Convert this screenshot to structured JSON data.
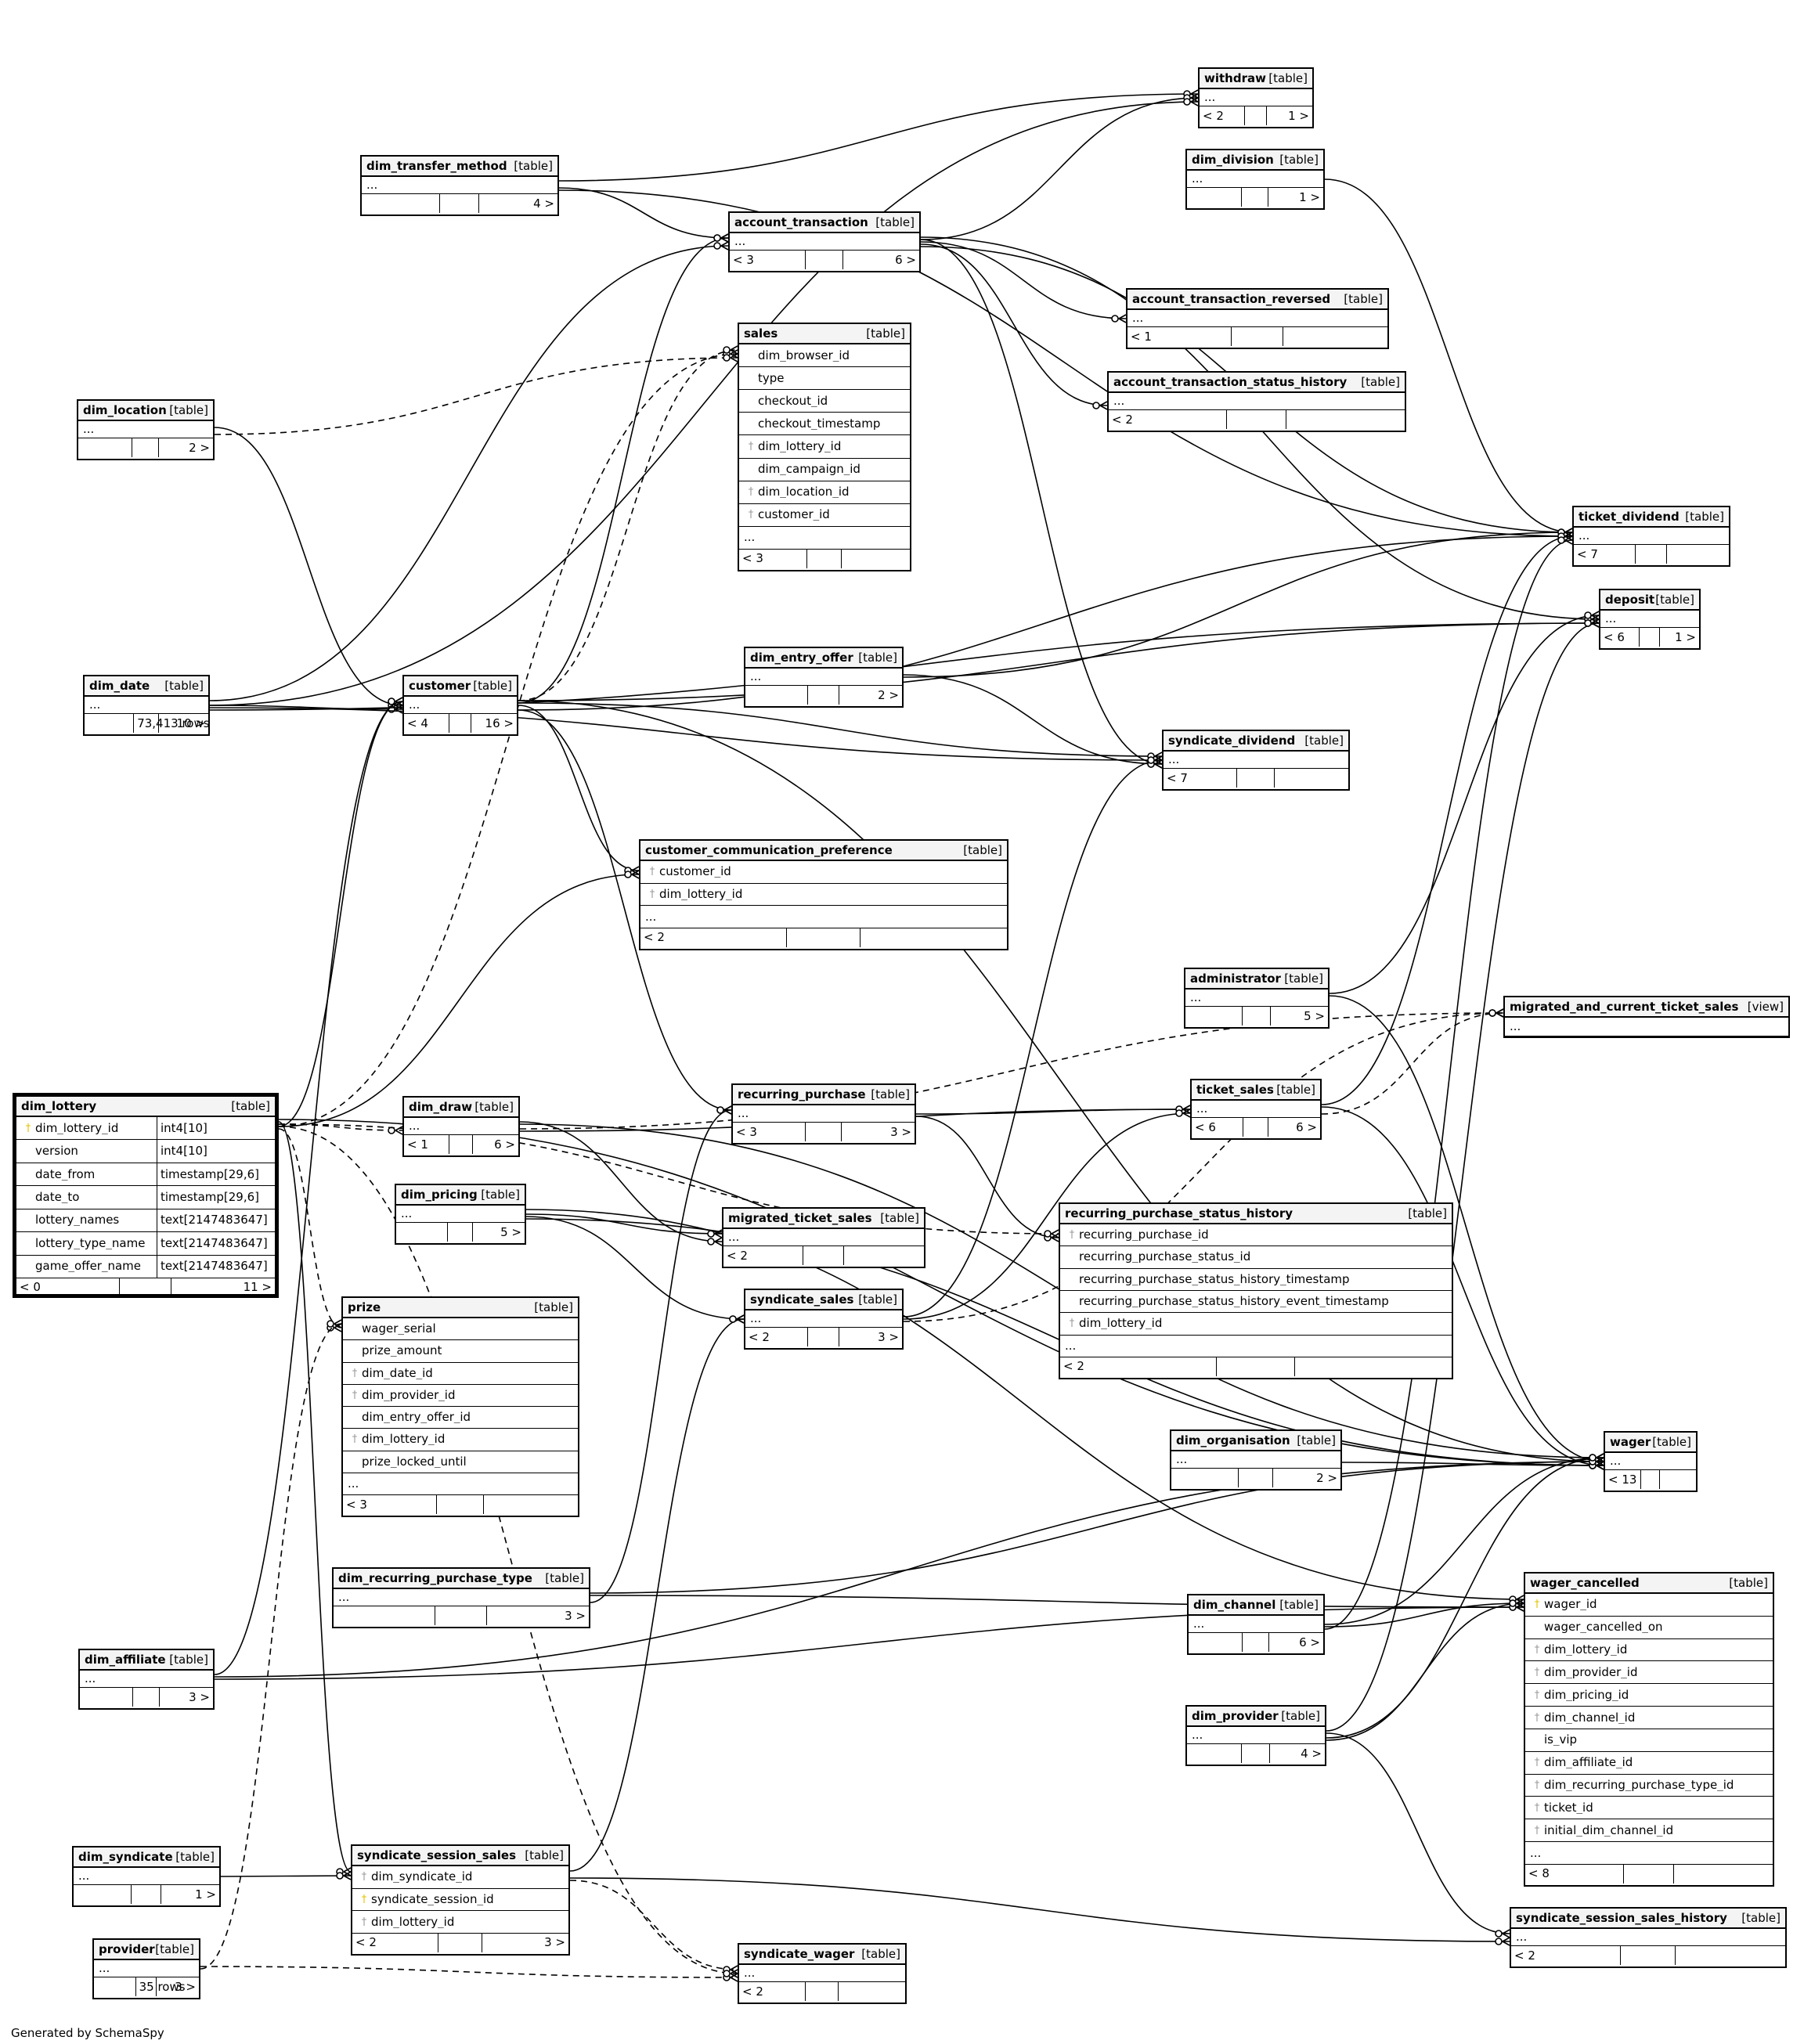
{
  "footer": "Generated by SchemaSpy",
  "type_label": "[table]",
  "view_label": "[view]",
  "tables": {
    "withdraw": {
      "name": "withdraw",
      "type": "[table]",
      "cols": [
        "..."
      ],
      "foot": [
        "< 2",
        "",
        "1 >"
      ]
    },
    "dim_transfer_method": {
      "name": "dim_transfer_method",
      "type": "[table]",
      "cols": [
        "..."
      ],
      "foot": [
        "",
        "",
        "4 >"
      ]
    },
    "dim_division": {
      "name": "dim_division",
      "type": "[table]",
      "cols": [
        "..."
      ],
      "foot": [
        "",
        "",
        "1 >"
      ]
    },
    "account_transaction": {
      "name": "account_transaction",
      "type": "[table]",
      "cols": [
        "..."
      ],
      "foot": [
        "< 3",
        "",
        "6 >"
      ]
    },
    "account_transaction_reversed": {
      "name": "account_transaction_reversed",
      "type": "[table]",
      "cols": [
        "..."
      ],
      "foot": [
        "< 1",
        "",
        ""
      ]
    },
    "sales": {
      "name": "sales",
      "type": "[table]",
      "cols": [
        "dim_browser_id",
        "type",
        "checkout_id",
        "checkout_timestamp",
        "dim_lottery_id",
        "dim_campaign_id",
        "dim_location_id",
        "customer_id",
        "..."
      ],
      "foot": [
        "< 3",
        "",
        ""
      ]
    },
    "account_transaction_status_history": {
      "name": "account_transaction_status_history",
      "type": "[table]",
      "cols": [
        "..."
      ],
      "foot": [
        "< 2",
        "",
        ""
      ]
    },
    "dim_location": {
      "name": "dim_location",
      "type": "[table]",
      "cols": [
        "..."
      ],
      "foot": [
        "",
        "",
        "2 >"
      ]
    },
    "ticket_dividend": {
      "name": "ticket_dividend",
      "type": "[table]",
      "cols": [
        "..."
      ],
      "foot": [
        "< 7",
        "",
        ""
      ]
    },
    "deposit": {
      "name": "deposit",
      "type": "[table]",
      "cols": [
        "..."
      ],
      "foot": [
        "< 6",
        "",
        "1 >"
      ]
    },
    "dim_entry_offer": {
      "name": "dim_entry_offer",
      "type": "[table]",
      "cols": [
        "..."
      ],
      "foot": [
        "",
        "",
        "2 >"
      ]
    },
    "dim_date": {
      "name": "dim_date",
      "type": "[table]",
      "cols": [
        "..."
      ],
      "foot": [
        "",
        "73,413 rows",
        "10 >"
      ]
    },
    "customer": {
      "name": "customer",
      "type": "[table]",
      "cols": [
        "..."
      ],
      "foot": [
        "< 4",
        "",
        "16 >"
      ]
    },
    "syndicate_dividend": {
      "name": "syndicate_dividend",
      "type": "[table]",
      "cols": [
        "..."
      ],
      "foot": [
        "< 7",
        "",
        ""
      ]
    },
    "customer_communication_preference": {
      "name": "customer_communication_preference",
      "type": "[table]",
      "cols": [
        "customer_id",
        "dim_lottery_id",
        "..."
      ],
      "foot": [
        "< 2",
        "",
        ""
      ]
    },
    "administrator": {
      "name": "administrator",
      "type": "[table]",
      "cols": [
        "..."
      ],
      "foot": [
        "",
        "",
        "5 >"
      ]
    },
    "migrated_and_current_ticket_sales": {
      "name": "migrated_and_current_ticket_sales",
      "type": "[view]",
      "cols": [
        "..."
      ],
      "foot": []
    },
    "dim_lottery": {
      "name": "dim_lottery",
      "type": "[table]",
      "cols": [
        "dim_lottery_id",
        "version",
        "date_from",
        "date_to",
        "lottery_names",
        "lottery_type_name",
        "game_offer_name"
      ],
      "types": [
        "int4[10]",
        "int4[10]",
        "timestamp[29,6]",
        "timestamp[29,6]",
        "text[2147483647]",
        "text[2147483647]",
        "text[2147483647]"
      ],
      "foot": [
        "< 0",
        "",
        "11 >"
      ]
    },
    "dim_draw": {
      "name": "dim_draw",
      "type": "[table]",
      "cols": [
        "..."
      ],
      "foot": [
        "< 1",
        "",
        "6 >"
      ]
    },
    "recurring_purchase": {
      "name": "recurring_purchase",
      "type": "[table]",
      "cols": [
        "..."
      ],
      "foot": [
        "< 3",
        "",
        "3 >"
      ]
    },
    "ticket_sales": {
      "name": "ticket_sales",
      "type": "[table]",
      "cols": [
        "..."
      ],
      "foot": [
        "< 6",
        "",
        "6 >"
      ]
    },
    "dim_pricing": {
      "name": "dim_pricing",
      "type": "[table]",
      "cols": [
        "..."
      ],
      "foot": [
        "",
        "",
        "5 >"
      ]
    },
    "migrated_ticket_sales": {
      "name": "migrated_ticket_sales",
      "type": "[table]",
      "cols": [
        "..."
      ],
      "foot": [
        "< 2",
        "",
        ""
      ]
    },
    "recurring_purchase_status_history": {
      "name": "recurring_purchase_status_history",
      "type": "[table]",
      "cols": [
        "recurring_purchase_id",
        "recurring_purchase_status_id",
        "recurring_purchase_status_history_timestamp",
        "recurring_purchase_status_history_event_timestamp",
        "dim_lottery_id",
        "..."
      ],
      "foot": [
        "< 2",
        "",
        ""
      ]
    },
    "prize": {
      "name": "prize",
      "type": "[table]",
      "cols": [
        "wager_serial",
        "prize_amount",
        "dim_date_id",
        "dim_provider_id",
        "dim_entry_offer_id",
        "dim_lottery_id",
        "prize_locked_until",
        "..."
      ],
      "foot": [
        "< 3",
        "",
        ""
      ]
    },
    "syndicate_sales": {
      "name": "syndicate_sales",
      "type": "[table]",
      "cols": [
        "..."
      ],
      "foot": [
        "< 2",
        "",
        "3 >"
      ]
    },
    "dim_organisation": {
      "name": "dim_organisation",
      "type": "[table]",
      "cols": [
        "..."
      ],
      "foot": [
        "",
        "",
        "2 >"
      ]
    },
    "wager": {
      "name": "wager",
      "type": "[table]",
      "cols": [
        "..."
      ],
      "foot": [
        "< 13",
        "",
        ""
      ]
    },
    "dim_recurring_purchase_type": {
      "name": "dim_recurring_purchase_type",
      "type": "[table]",
      "cols": [
        "..."
      ],
      "foot": [
        "",
        "",
        "3 >"
      ]
    },
    "dim_channel": {
      "name": "dim_channel",
      "type": "[table]",
      "cols": [
        "..."
      ],
      "foot": [
        "",
        "",
        "6 >"
      ]
    },
    "wager_cancelled": {
      "name": "wager_cancelled",
      "type": "[table]",
      "cols": [
        "wager_id",
        "wager_cancelled_on",
        "dim_lottery_id",
        "dim_provider_id",
        "dim_pricing_id",
        "dim_channel_id",
        "is_vip",
        "dim_affiliate_id",
        "dim_recurring_purchase_type_id",
        "ticket_id",
        "initial_dim_channel_id",
        "..."
      ],
      "foot": [
        "< 8",
        "",
        ""
      ]
    },
    "dim_affiliate": {
      "name": "dim_affiliate",
      "type": "[table]",
      "cols": [
        "..."
      ],
      "foot": [
        "",
        "",
        "3 >"
      ]
    },
    "dim_provider": {
      "name": "dim_provider",
      "type": "[table]",
      "cols": [
        "..."
      ],
      "foot": [
        "",
        "",
        "4 >"
      ]
    },
    "dim_syndicate": {
      "name": "dim_syndicate",
      "type": "[table]",
      "cols": [
        "..."
      ],
      "foot": [
        "",
        "",
        "1 >"
      ]
    },
    "syndicate_session_sales": {
      "name": "syndicate_session_sales",
      "type": "[table]",
      "cols": [
        "dim_syndicate_id",
        "syndicate_session_id",
        "dim_lottery_id"
      ],
      "foot": [
        "< 2",
        "",
        "3 >"
      ]
    },
    "syndicate_session_sales_history": {
      "name": "syndicate_session_sales_history",
      "type": "[table]",
      "cols": [
        "..."
      ],
      "foot": [
        "< 2",
        "",
        ""
      ]
    },
    "provider": {
      "name": "provider",
      "type": "[table]",
      "cols": [
        "..."
      ],
      "foot": [
        "",
        "35 rows",
        "3 >"
      ]
    },
    "syndicate_wager": {
      "name": "syndicate_wager",
      "type": "[table]",
      "cols": [
        "..."
      ],
      "foot": [
        "< 2",
        "",
        ""
      ]
    }
  }
}
